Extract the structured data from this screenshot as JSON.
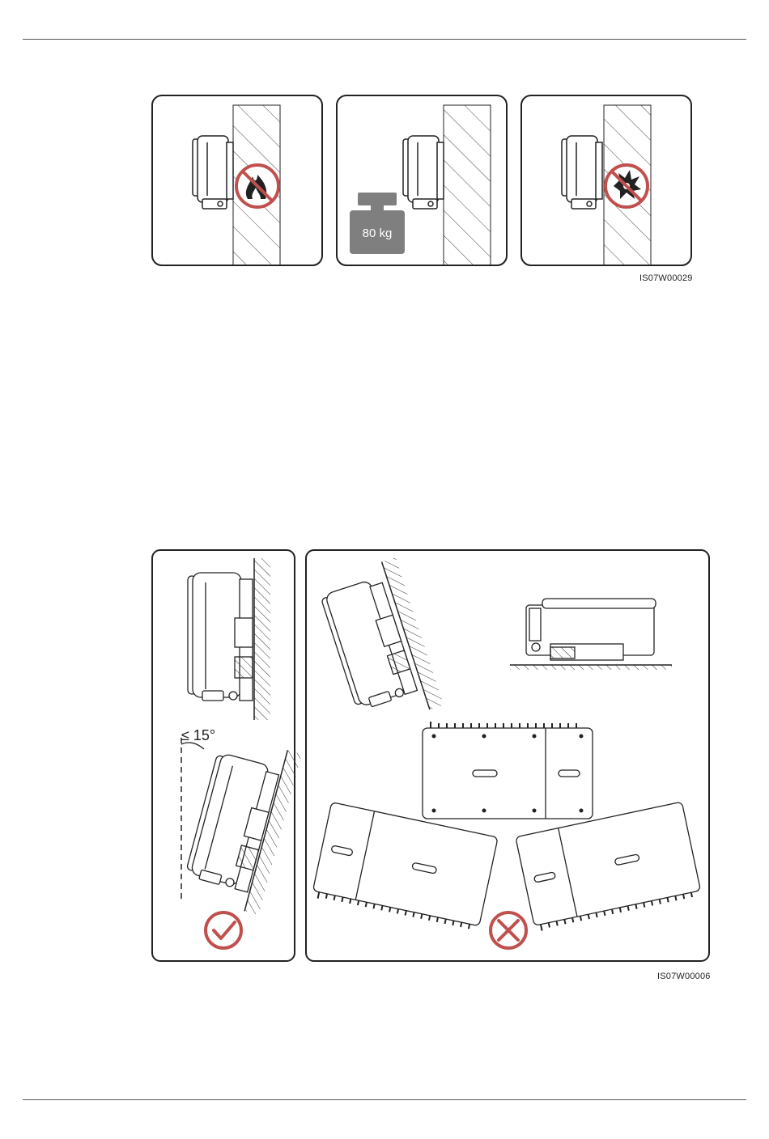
{
  "figure1": {
    "code": "IS07W00029",
    "weight_label": "80 kg",
    "panels": [
      {
        "name": "no-flammable-wall",
        "icon": "prohibited-fire-icon"
      },
      {
        "name": "wall-load-capacity",
        "icon": "weight-icon"
      },
      {
        "name": "no-explosive-wall",
        "icon": "prohibited-explosive-icon"
      }
    ]
  },
  "figure2": {
    "code": "IS07W00006",
    "tilt_label": "≤ 15°",
    "allowed_icon": "check-icon",
    "forbidden_icon": "cross-icon"
  },
  "colors": {
    "prohibit_red": "#c0504d",
    "weight_gray": "#7f7f7f",
    "line": "#222222"
  }
}
